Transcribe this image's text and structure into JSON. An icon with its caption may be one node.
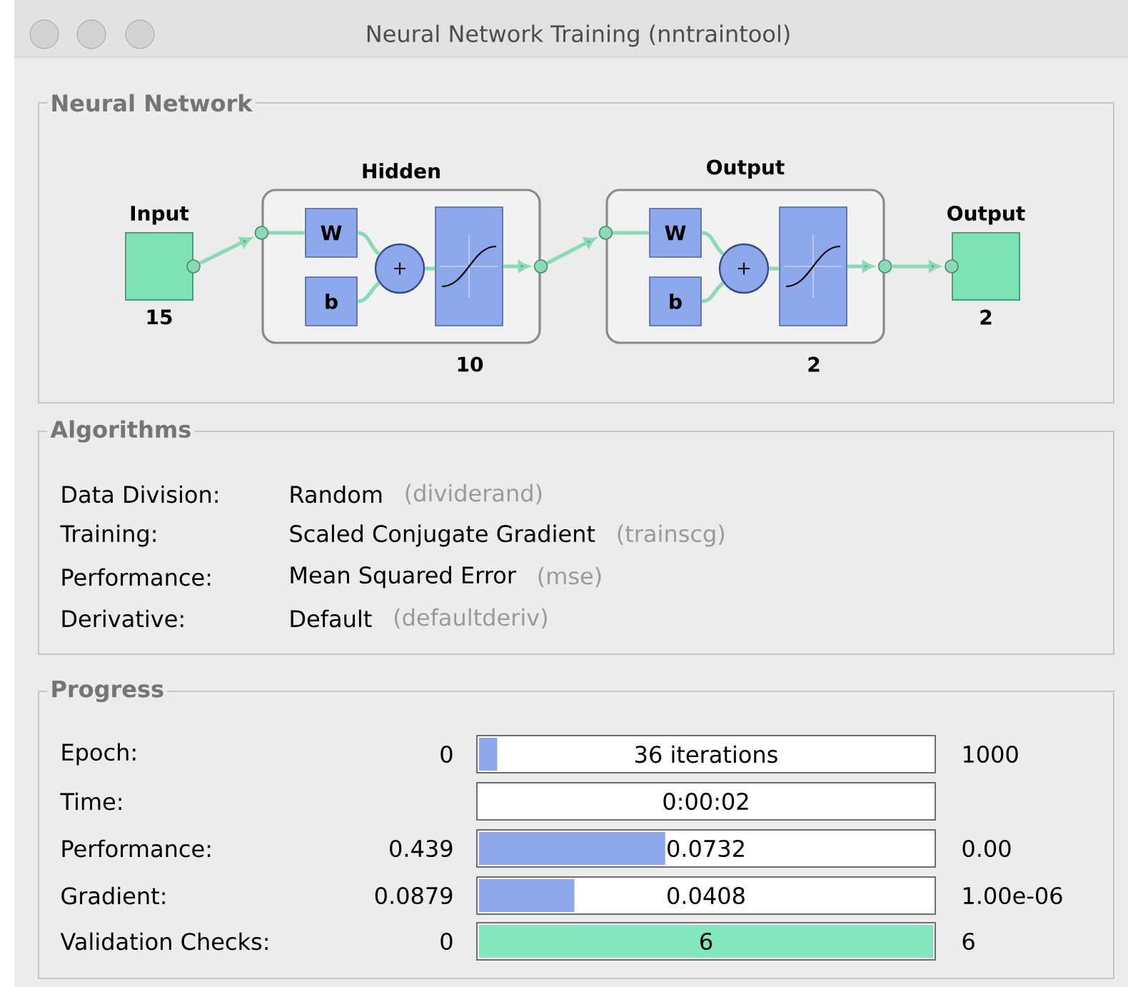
{
  "diagram": {
    "title": "Neural Network Training (nntraintool)",
    "nodes": [
      {
        "text": [
          "Input"
        ],
        "beside": [
          "15"
        ]
      },
      {
        "text": [
          "Hidden"
        ],
        "beside": [
          "10"
        ]
      },
      {
        "text": [
          "W"
        ],
        "in": 1
      },
      {
        "text": [
          "b"
        ],
        "in": 1
      },
      {
        "text": [
          "+"
        ],
        "in": 1
      },
      {
        "text": [],
        "shape": "box",
        "in": 1
      },
      {
        "text": [
          "Output"
        ],
        "beside": [
          "2"
        ]
      },
      {
        "text": [
          "W"
        ],
        "in": 6
      },
      {
        "text": [
          "b"
        ],
        "in": 6
      },
      {
        "text": [
          "+"
        ],
        "in": 6
      },
      {
        "text": [],
        "shape": "box",
        "in": 6
      },
      {
        "text": [
          "Output"
        ],
        "beside": [
          "2"
        ]
      }
    ],
    "edges": [
      {
        "from": 0,
        "to": 1,
        "arrow": "to"
      },
      {
        "from": null,
        "to": 2,
        "arrow": "other"
      },
      {
        "from": 2,
        "to": 4,
        "arrow": "none"
      },
      {
        "from": 3,
        "to": 4,
        "arrow": "none"
      },
      {
        "from": 4,
        "to": 5,
        "arrow": "none"
      },
      {
        "from": 5,
        "to": null,
        "arrow": "to"
      },
      {
        "from": 1,
        "to": 6,
        "arrow": "to"
      },
      {
        "from": null,
        "to": 7,
        "arrow": "other"
      },
      {
        "from": 7,
        "to": 9,
        "arrow": "none"
      },
      {
        "from": 8,
        "to": 9,
        "arrow": "none"
      },
      {
        "from": 9,
        "to": 10,
        "arrow": "none"
      },
      {
        "from": 10,
        "to": null,
        "arrow": "to"
      },
      {
        "from": 6,
        "to": 11,
        "arrow": "to"
      }
    ],
    "labels": [
      "Neural Network",
      "Algorithms",
      "Data Division:",
      "Random",
      "(dividerand)",
      "Training:",
      "Scaled Conjugate Gradient",
      "(trainscg)",
      "Performance:",
      "Mean Squared Error",
      "(mse)",
      "Derivative:",
      "Default",
      "(defaultderiv)",
      "Progress",
      "Epoch:",
      "0",
      "36 iterations",
      "1000",
      "Time:",
      "0:00:02",
      "Performance:",
      "0.439",
      "0.0732",
      "0.00",
      "Gradient:",
      "0.0879",
      "0.0408",
      "1.00e-06",
      "Validation Checks:",
      "0",
      "6",
      "6"
    ]
  }
}
